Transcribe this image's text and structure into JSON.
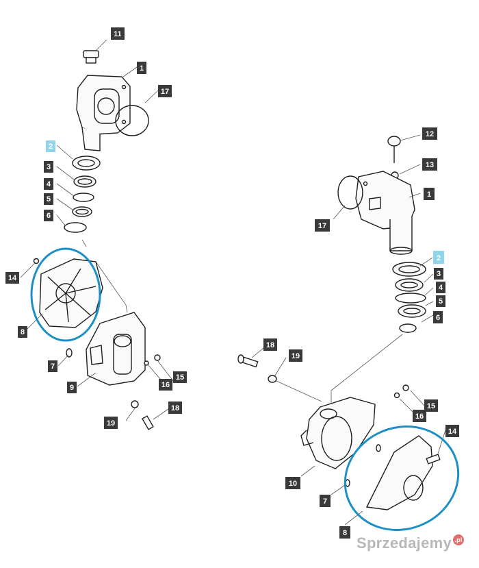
{
  "diagram": {
    "assembly_left": {
      "labels": [
        "11",
        "1",
        "17",
        "2",
        "3",
        "4",
        "5",
        "6",
        "14",
        "8",
        "7",
        "9",
        "16",
        "15",
        "19",
        "18"
      ]
    },
    "assembly_right": {
      "labels": [
        "12",
        "13",
        "1",
        "17",
        "2",
        "3",
        "4",
        "5",
        "6",
        "18",
        "19",
        "15",
        "16",
        "14",
        "10",
        "7",
        "8"
      ]
    },
    "highlight_color": "#1b8fc6",
    "highlighted_label_color": "#8fd6ea"
  },
  "watermark": {
    "text": "Sprzedajemy",
    "suffix": ".pl"
  }
}
